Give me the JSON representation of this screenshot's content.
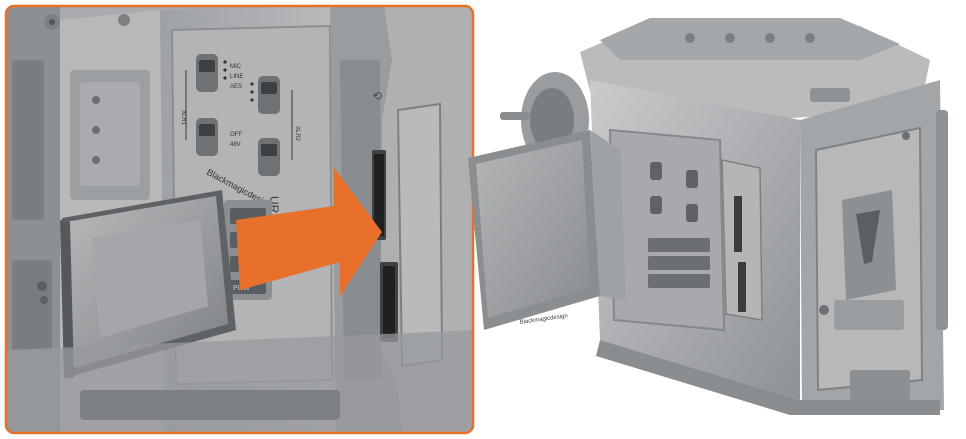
{
  "figure": {
    "accent_color": "#E8702A",
    "callout_color": "#E8702A",
    "background_color": "#FFFFFF",
    "camera_body_color": "#AFB1B3",
    "card_color": "#8E9194"
  },
  "labels": {
    "input1": "XLR1",
    "input2": "XLR2",
    "mic": "MIC",
    "line": "LINE",
    "aes": "AES",
    "off": "OFF",
    "v48": "48V",
    "brand": "Blackmagicdesign",
    "rear_brand": "Blackmagicdesign",
    "model_partial": "URSA",
    "power": "POW"
  }
}
